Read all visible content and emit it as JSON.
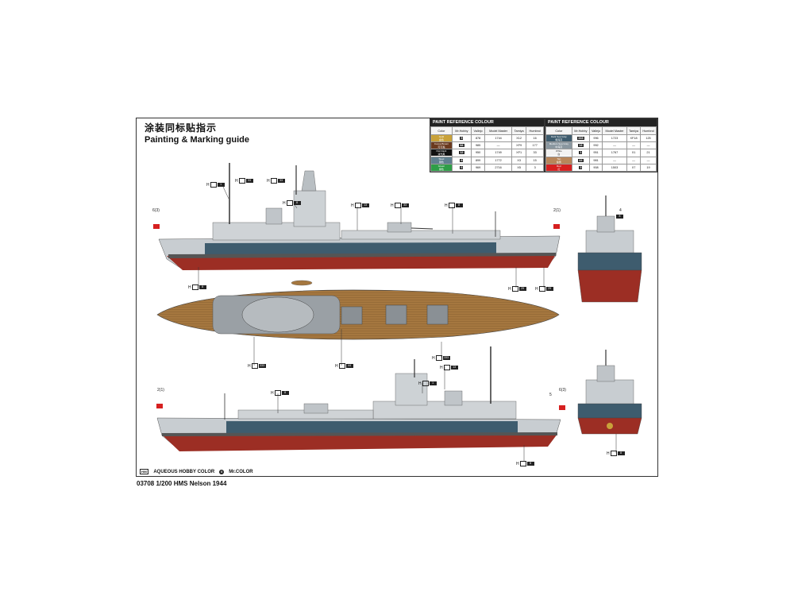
{
  "title": {
    "cn": "涂装同标贴指示",
    "en": "Painting & Marking guide"
  },
  "paint_tables": [
    {
      "heading": "PAINT REFERENCE COLOUR",
      "columns": [
        "Color",
        "Mr.Hobby",
        "Vallejo",
        "Model Master",
        "Tamiya",
        "Humbrol"
      ],
      "rows": [
        {
          "swatch": "#c9a23a",
          "name": "Gold",
          "cn": "金色",
          "code": "9",
          "vallejo": "878",
          "model_master": "1744",
          "tamiya": "X12",
          "humbrol": "16"
        },
        {
          "swatch": "#6b3a1e",
          "name": "Cocoa Brown",
          "cn": "可可褐",
          "code": "84",
          "vallejo": "985",
          "model_master": "—",
          "tamiya": "XF9",
          "humbrol": "177"
        },
        {
          "swatch": "#111111",
          "name": "Flat black",
          "cn": "消光黑",
          "code": "12",
          "vallejo": "950",
          "model_master": "1749",
          "tamiya": "XF1",
          "humbrol": "33"
        },
        {
          "swatch": "#5f7f8f",
          "name": "Steel",
          "cn": "钢色",
          "code": "8",
          "vallejo": "899",
          "model_master": "1772",
          "tamiya": "X3",
          "humbrol": "15"
        },
        {
          "swatch": "#2e9e47",
          "name": "Green",
          "cn": "绿色",
          "code": "6",
          "vallejo": "969",
          "model_master": "2716",
          "tamiya": "X5",
          "humbrol": "3"
        }
      ]
    },
    {
      "heading": "PAINT REFERENCE COLOUR",
      "columns": [
        "Color",
        "Mr.Hobby",
        "Vallejo",
        "Model Master",
        "Tamiya",
        "Humbrol"
      ],
      "rows": [
        {
          "swatch": "#3e5c6e",
          "name": "Dark Sea Gray",
          "cn": "暗海灰",
          "code": "333",
          "vallejo": "996",
          "model_master": "1723",
          "tamiya": "XF18",
          "humbrol": "125"
        },
        {
          "swatch": "#8a97a0",
          "name": "Medium Sea Gray",
          "cn": "中海灰",
          "code": "13",
          "vallejo": "992",
          "model_master": "—",
          "tamiya": "—",
          "humbrol": "—"
        },
        {
          "swatch": "#f2f2f2",
          "name": "White",
          "cn": "白",
          "code": "1",
          "vallejo": "951",
          "model_master": "1767",
          "tamiya": "X1",
          "humbrol": "21"
        },
        {
          "swatch": "#b8865a",
          "name": "Tan",
          "cn": "棕黄",
          "code": "44",
          "vallejo": "981",
          "model_master": "—",
          "tamiya": "—",
          "humbrol": "—"
        },
        {
          "swatch": "#d62020",
          "name": "Red",
          "cn": "红",
          "code": "3",
          "vallejo": "908",
          "model_master": "1503",
          "tamiya": "X7",
          "humbrol": "19"
        }
      ]
    }
  ],
  "callouts": {
    "top_side": [
      {
        "mh": "H",
        "code": "1"
      },
      {
        "mh": "H",
        "code": "33"
      },
      {
        "mh": "H",
        "code": "33"
      },
      {
        "mh": "H",
        "code": "8"
      },
      {
        "mh": "H",
        "code": "13"
      },
      {
        "mh": "H",
        "code": "33"
      },
      {
        "mh": "H",
        "code": "8"
      },
      {
        "mh": "H",
        "code": "8"
      },
      {
        "mh": "H",
        "code": "29"
      },
      {
        "mh": "H",
        "code": "29"
      }
    ],
    "deck": [
      {
        "mh": "H",
        "code": "333"
      },
      {
        "mh": "H",
        "code": "44"
      },
      {
        "mh": "H",
        "code": "333"
      },
      {
        "mh": "H",
        "code": "13"
      }
    ],
    "bottom_side": [
      {
        "mh": "H",
        "code": "8"
      },
      {
        "mh": "H",
        "code": "1"
      },
      {
        "mh": "H",
        "code": "8"
      }
    ],
    "bow_top": {
      "mh": "H",
      "code": "8"
    },
    "bow_bottom": {
      "mh": "H",
      "code": "8"
    }
  },
  "decal_labels": {
    "l1": "6(3)",
    "l2": "2(1)",
    "l3": "2(1)",
    "l4": "6(3)",
    "l5": "5",
    "l6": "4"
  },
  "legend": {
    "mh_box": "H00",
    "mh_text": "AQUEOUS HOBBY COLOR",
    "mr_circle": "0",
    "mr_text": "Mr.COLOR"
  },
  "footer": "03708 1/200 HMS Nelson 1944",
  "colors": {
    "hull_red": "#9c2e24",
    "sea_gray": "#3e5c6e",
    "light_gray": "#c8cdd1",
    "deck_wood": "#a5773f"
  }
}
